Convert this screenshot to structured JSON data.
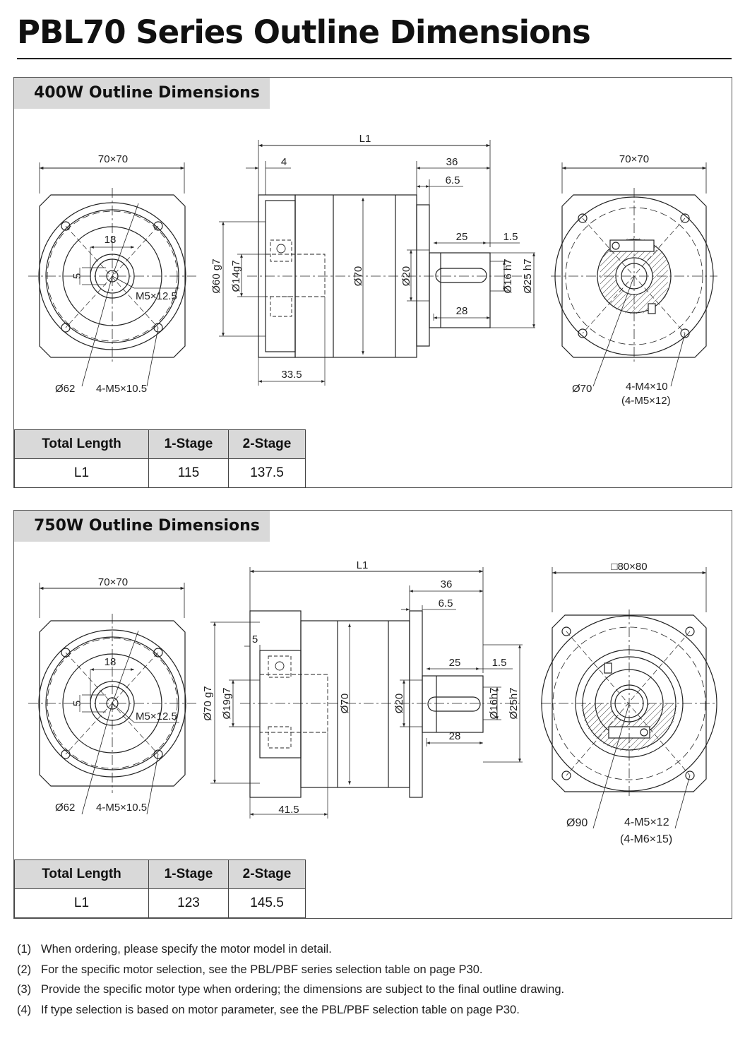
{
  "page": {
    "title": "PBL70 Series Outline Dimensions"
  },
  "sections": [
    {
      "heading": "400W Outline Dimensions",
      "labels": {
        "flange_left": "70×70",
        "bore_offset": "18",
        "key_width": "5",
        "thread_top": "M5×12.5",
        "pcd_left": "Ø62",
        "holes_left": "4-M5×10.5",
        "total_length": "L1",
        "flange_thickness": "4",
        "shaft_length": "36",
        "shaft_shoulder": "6.5",
        "key_length": "25",
        "key_offset": "1.5",
        "spigot": "Ø60 g7",
        "input_bore": "Ø14g7",
        "body_dia": "Ø70",
        "shoulder_dia": "Ø20",
        "key_dia": "Ø16 h7",
        "shaft_dia": "Ø25 h7",
        "key_pos": "28",
        "input_depth": "33.5",
        "flange_right": "70×70",
        "pcd_right": "Ø70",
        "holes_right": "4-M4×10",
        "holes_right_alt": "(4-M5×12)"
      },
      "table": {
        "headers": [
          "Total Length",
          "1-Stage",
          "2-Stage"
        ],
        "row": [
          "L1",
          "115",
          "137.5"
        ]
      }
    },
    {
      "heading": "750W Outline Dimensions",
      "labels": {
        "flange_left": "70×70",
        "bore_offset": "18",
        "key_width": "5",
        "thread_top": "M5×12.5",
        "pcd_left": "Ø62",
        "holes_left": "4-M5×10.5",
        "total_length": "L1",
        "flange_thickness": "5",
        "shaft_length": "36",
        "shaft_shoulder": "6.5",
        "key_length": "25",
        "key_offset": "1.5",
        "spigot": "Ø70 g7",
        "input_bore": "Ø19g7",
        "body_dia": "Ø70",
        "shoulder_dia": "Ø20",
        "key_dia": "Ø16h7",
        "shaft_dia": "Ø25h7",
        "key_pos": "28",
        "input_depth": "41.5",
        "flange_right": "□80×80",
        "pcd_right": "Ø90",
        "holes_right": "4-M5×12",
        "holes_right_alt": "(4-M6×15)"
      },
      "table": {
        "headers": [
          "Total Length",
          "1-Stage",
          "2-Stage"
        ],
        "row": [
          "L1",
          "123",
          "145.5"
        ]
      }
    }
  ],
  "notes": [
    {
      "num": "(1)",
      "text": "When ordering, please specify the motor model in detail."
    },
    {
      "num": "(2)",
      "text": "For the specific motor selection, see the PBL/PBF series selection table on page P30."
    },
    {
      "num": "(3)",
      "text": "Provide the specific motor type when ordering; the dimensions are subject to the final outline drawing."
    },
    {
      "num": "(4)",
      "text": "If type selection is based on motor parameter, see the PBL/PBF selection table on page P30."
    }
  ]
}
